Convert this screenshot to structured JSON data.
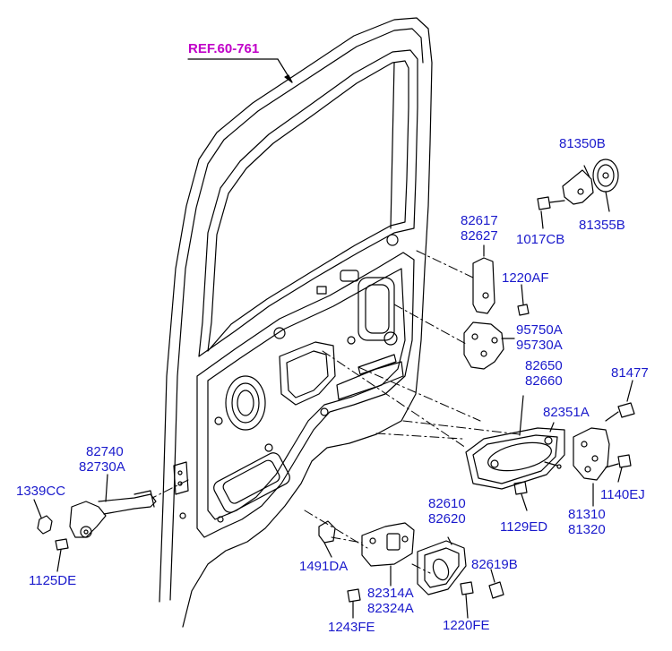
{
  "ref_label": "REF.60-761",
  "colors": {
    "label": "#1a1acc",
    "ref": "#c000c8",
    "line": "#000000"
  },
  "labels": {
    "p81350B": "81350B",
    "p81355B": "81355B",
    "p1017CB": "1017CB",
    "p82617": "82617",
    "p82627": "82627",
    "p1220AF": "1220AF",
    "p95750A": "95750A",
    "p95730A": "95730A",
    "p82650": "82650",
    "p82660": "82660",
    "p81477": "81477",
    "p82351A": "82351A",
    "p1140EJ": "1140EJ",
    "p81310": "81310",
    "p81320": "81320",
    "p1129ED": "1129ED",
    "p82740": "82740",
    "p82730A": "82730A",
    "p1339CC": "1339CC",
    "p1125DE": "1125DE",
    "p82610": "82610",
    "p82620": "82620",
    "p82619B": "82619B",
    "p1491DA": "1491DA",
    "p82314A": "82314A",
    "p82324A": "82324A",
    "p1220FE": "1220FE",
    "p1243FE": "1243FE"
  }
}
